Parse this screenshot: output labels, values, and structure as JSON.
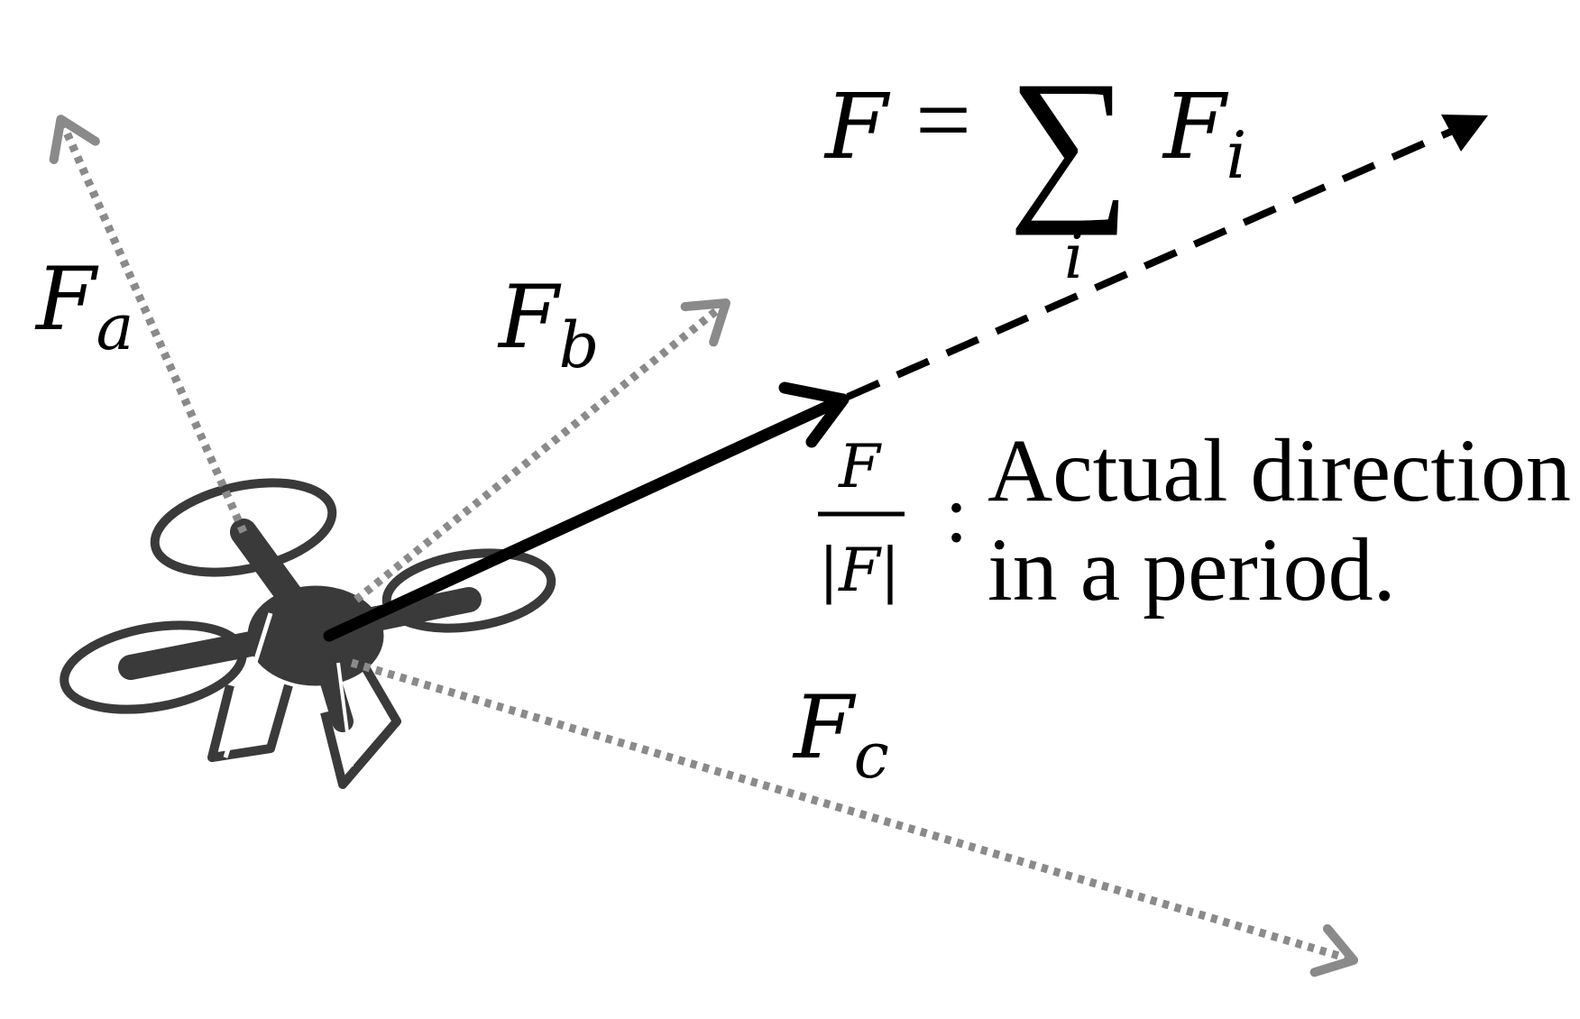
{
  "labels": {
    "force_a": {
      "base": "F",
      "sub": "a"
    },
    "force_b": {
      "base": "F",
      "sub": "b"
    },
    "force_c": {
      "base": "F",
      "sub": "c"
    },
    "sum_formula": {
      "lhs": "F",
      "equals": "=",
      "sigma": "∑",
      "index": "i",
      "term": "F",
      "term_sub": "i"
    },
    "unit_vector": {
      "numerator": "F",
      "denominator": "|F|",
      "colon": ":"
    },
    "description_line1": "Actual direction",
    "description_line2": "in a period."
  },
  "colors": {
    "component_force": "#8a8a8a",
    "resultant": "#000000",
    "drone": "#3a3a3a"
  },
  "icons": {
    "drone": "quadcopter-drone-icon"
  }
}
